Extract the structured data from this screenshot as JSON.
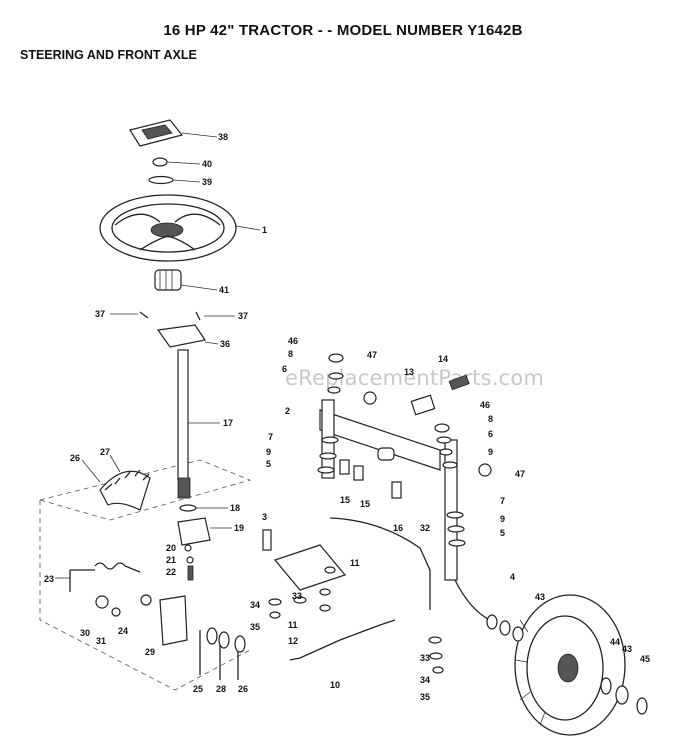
{
  "header": {
    "title": "16 HP 42\"  TRACTOR  - - MODEL NUMBER Y1642B",
    "subtitle": "STEERING AND FRONT AXLE"
  },
  "watermark": "eReplacementParts.com",
  "callouts": [
    "38",
    "40",
    "39",
    "1",
    "41",
    "37",
    "37",
    "36",
    "17",
    "18",
    "19",
    "20",
    "21",
    "22",
    "27",
    "26",
    "23",
    "30",
    "31",
    "24",
    "29",
    "25",
    "28",
    "26",
    "3",
    "34",
    "33",
    "35",
    "11",
    "12",
    "10",
    "32",
    "46",
    "8",
    "6",
    "2",
    "7",
    "9",
    "5",
    "15",
    "15",
    "16",
    "47",
    "14",
    "13",
    "46",
    "8",
    "6",
    "9",
    "47",
    "7",
    "9",
    "5",
    "4",
    "43",
    "44",
    "43",
    "45",
    "33",
    "34",
    "35",
    "11"
  ]
}
